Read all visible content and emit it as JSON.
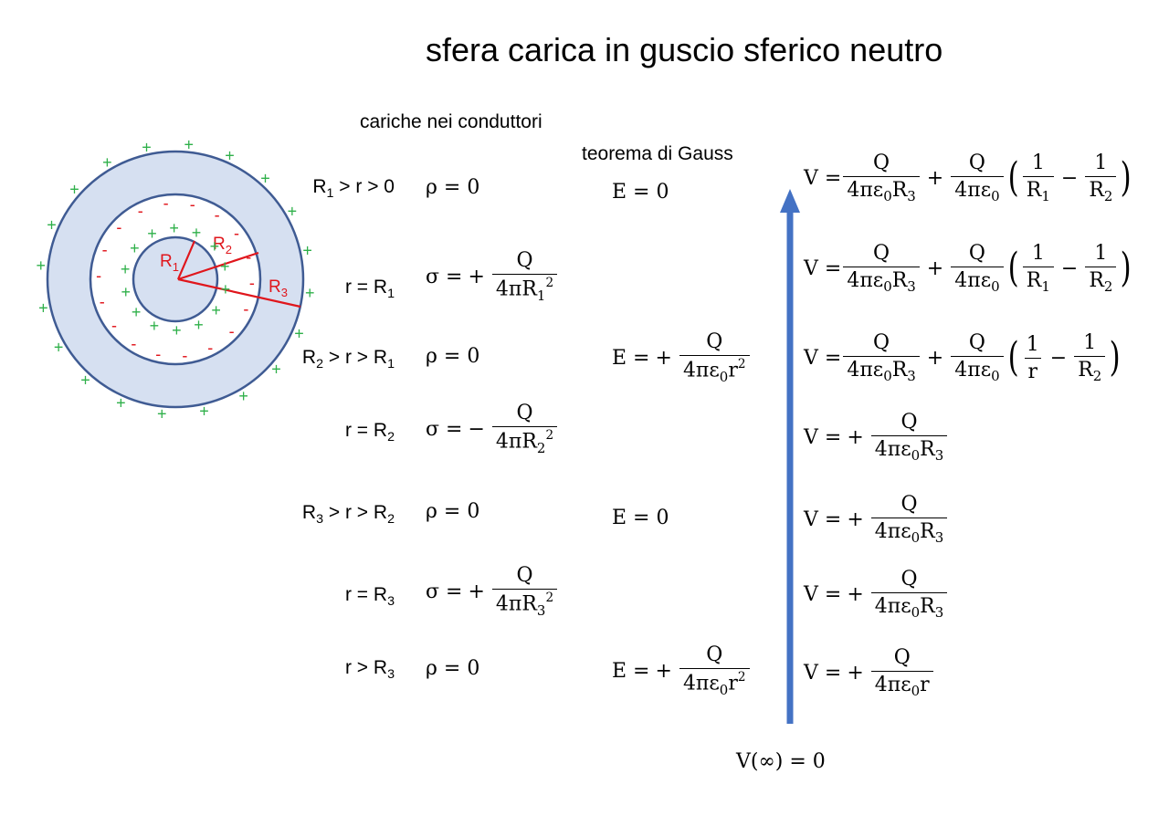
{
  "title": "sfera carica in guscio sferico neutro",
  "headers": {
    "charges": "cariche nei conduttori",
    "gauss": "teorema di Gauss"
  },
  "diagram": {
    "labels": {
      "r1": "R",
      "r1_sub": "1",
      "r2": "R",
      "r2_sub": "2",
      "r3": "R",
      "r3_sub": "3"
    },
    "plus": "+",
    "minus": "-",
    "colors": {
      "fill": "#d6e0f1",
      "stroke": "#3f5b93",
      "plus": "#2fb04a",
      "minus": "#e0161c",
      "radius": "#e0161c",
      "arrow": "#4472c4"
    }
  },
  "rows": [
    {
      "region": [
        "R",
        "1",
        " > r > 0"
      ],
      "charge": "ρ = 0",
      "field": "E = 0"
    },
    {
      "region": [
        "r = R",
        "1",
        ""
      ],
      "charge": "σ = +Q/(4πR1²)"
    },
    {
      "region": [
        "R",
        "2",
        " > r > R",
        "1"
      ],
      "charge": "ρ = 0",
      "field": "E = +Q/(4πε0r²)"
    },
    {
      "region": [
        "r = R",
        "2",
        ""
      ],
      "charge": "σ = −Q/(4πR2²)"
    },
    {
      "region": [
        "R",
        "3",
        " > r > R",
        "2"
      ],
      "charge": "ρ = 0",
      "field": "E = 0"
    },
    {
      "region": [
        "r = R",
        "3",
        ""
      ],
      "charge": "σ = +Q/(4πR3²)"
    },
    {
      "region": [
        "r > R",
        "3",
        ""
      ],
      "charge": "ρ = 0",
      "field": "E = +Q/(4πε0r²)"
    }
  ],
  "math": {
    "rho0": "ρ = 0",
    "E0": "E = 0",
    "Eeq": "E = ",
    "sigma": "σ = ",
    "plus": "+",
    "minus": "−",
    "Q": "Q",
    "one": "1",
    "fourpi": "4πR",
    "fourpieps": "4πε",
    "zero": "0",
    "r2": "r",
    "sq": "2",
    "V": "V = ",
    "r": "r",
    "den_R3": "4πε",
    "R": "R",
    "sub1": "1",
    "sub2": "2",
    "sub3": "3",
    "lparen": "(",
    "rparen": ")"
  },
  "potential_bottom": "V(∞) = 0"
}
